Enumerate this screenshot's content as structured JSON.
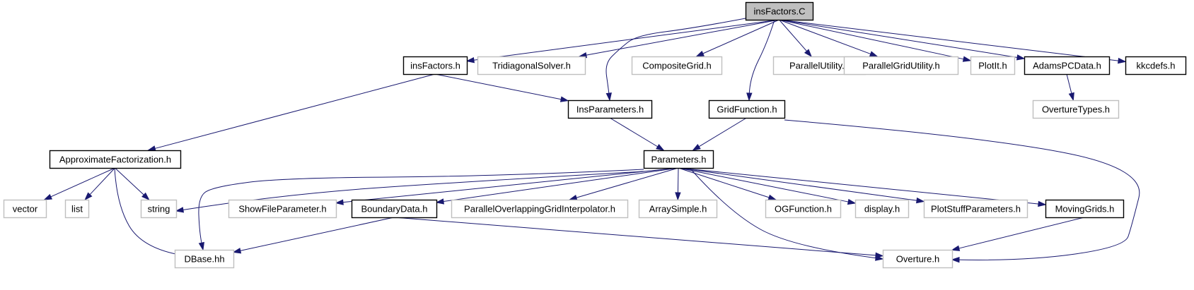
{
  "diagram": {
    "colors": {
      "edge": "#191970",
      "root_fill": "#bfbfbf",
      "root_border": "#000000",
      "documented_border": "#000000",
      "external_border": "#bfbfbf",
      "external_text": "#404040"
    },
    "nodes": [
      {
        "id": "insFactorsC",
        "label": "insFactors.C",
        "kind": "root"
      },
      {
        "id": "insFactorsH",
        "label": "insFactors.h",
        "kind": "documented"
      },
      {
        "id": "TridiagonalSolver",
        "label": "TridiagonalSolver.h",
        "kind": "external"
      },
      {
        "id": "CompositeGrid",
        "label": "CompositeGrid.h",
        "kind": "external"
      },
      {
        "id": "ParallelUtility",
        "label": "ParallelUtility.h",
        "kind": "external"
      },
      {
        "id": "ParallelGridUtility",
        "label": "ParallelGridUtility.h",
        "kind": "external"
      },
      {
        "id": "PlotIt",
        "label": "PlotIt.h",
        "kind": "external"
      },
      {
        "id": "AdamsPCData",
        "label": "AdamsPCData.h",
        "kind": "documented"
      },
      {
        "id": "kkcdefs",
        "label": "kkcdefs.h",
        "kind": "documented"
      },
      {
        "id": "OvertureTypes",
        "label": "OvertureTypes.h",
        "kind": "external"
      },
      {
        "id": "InsParameters",
        "label": "InsParameters.h",
        "kind": "documented"
      },
      {
        "id": "GridFunction",
        "label": "GridFunction.h",
        "kind": "documented"
      },
      {
        "id": "ApproximateFactorization",
        "label": "ApproximateFactorization.h",
        "kind": "documented"
      },
      {
        "id": "Parameters",
        "label": "Parameters.h",
        "kind": "documented"
      },
      {
        "id": "vector",
        "label": "vector",
        "kind": "external"
      },
      {
        "id": "list",
        "label": "list",
        "kind": "external"
      },
      {
        "id": "string",
        "label": "string",
        "kind": "external"
      },
      {
        "id": "ShowFileParameter",
        "label": "ShowFileParameter.h",
        "kind": "external"
      },
      {
        "id": "BoundaryData",
        "label": "BoundaryData.h",
        "kind": "documented"
      },
      {
        "id": "ParallelOverlapping",
        "label": "ParallelOverlappingGridInterpolator.h",
        "kind": "external"
      },
      {
        "id": "ArraySimple",
        "label": "ArraySimple.h",
        "kind": "external"
      },
      {
        "id": "OGFunction",
        "label": "OGFunction.h",
        "kind": "external"
      },
      {
        "id": "display",
        "label": "display.h",
        "kind": "external"
      },
      {
        "id": "PlotStuffParameters",
        "label": "PlotStuffParameters.h",
        "kind": "external"
      },
      {
        "id": "MovingGrids",
        "label": "MovingGrids.h",
        "kind": "documented"
      },
      {
        "id": "DBase",
        "label": "DBase.hh",
        "kind": "external"
      },
      {
        "id": "Overture",
        "label": "Overture.h",
        "kind": "external"
      }
    ],
    "edges": [
      {
        "from": "insFactorsC",
        "to": "insFactorsH"
      },
      {
        "from": "insFactorsC",
        "to": "TridiagonalSolver"
      },
      {
        "from": "insFactorsC",
        "to": "CompositeGrid"
      },
      {
        "from": "insFactorsC",
        "to": "ParallelUtility"
      },
      {
        "from": "insFactorsC",
        "to": "ParallelGridUtility"
      },
      {
        "from": "insFactorsC",
        "to": "PlotIt"
      },
      {
        "from": "insFactorsC",
        "to": "AdamsPCData"
      },
      {
        "from": "insFactorsC",
        "to": "kkcdefs"
      },
      {
        "from": "insFactorsC",
        "to": "InsParameters"
      },
      {
        "from": "insFactorsC",
        "to": "GridFunction"
      },
      {
        "from": "insFactorsH",
        "to": "ApproximateFactorization"
      },
      {
        "from": "insFactorsH",
        "to": "InsParameters"
      },
      {
        "from": "AdamsPCData",
        "to": "OvertureTypes"
      },
      {
        "from": "InsParameters",
        "to": "Parameters"
      },
      {
        "from": "GridFunction",
        "to": "Parameters"
      },
      {
        "from": "GridFunction",
        "to": "Overture"
      },
      {
        "from": "ApproximateFactorization",
        "to": "vector"
      },
      {
        "from": "ApproximateFactorization",
        "to": "list"
      },
      {
        "from": "ApproximateFactorization",
        "to": "string"
      },
      {
        "from": "ApproximateFactorization",
        "to": "DBase"
      },
      {
        "from": "Parameters",
        "to": "string"
      },
      {
        "from": "Parameters",
        "to": "DBase"
      },
      {
        "from": "Parameters",
        "to": "ShowFileParameter"
      },
      {
        "from": "Parameters",
        "to": "BoundaryData"
      },
      {
        "from": "Parameters",
        "to": "ParallelOverlapping"
      },
      {
        "from": "Parameters",
        "to": "ArraySimple"
      },
      {
        "from": "Parameters",
        "to": "OGFunction"
      },
      {
        "from": "Parameters",
        "to": "display"
      },
      {
        "from": "Parameters",
        "to": "PlotStuffParameters"
      },
      {
        "from": "Parameters",
        "to": "MovingGrids"
      },
      {
        "from": "Parameters",
        "to": "Overture"
      },
      {
        "from": "BoundaryData",
        "to": "DBase"
      },
      {
        "from": "BoundaryData",
        "to": "Overture"
      },
      {
        "from": "MovingGrids",
        "to": "Overture"
      }
    ]
  }
}
